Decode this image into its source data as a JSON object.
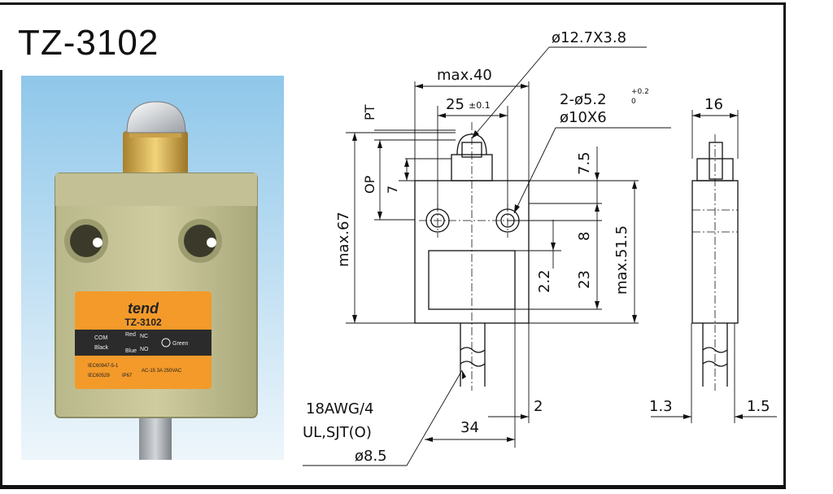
{
  "title": "TZ-3102",
  "label": {
    "brand": "tend",
    "model": "TZ-3102",
    "com": "COM",
    "black": "Black",
    "red": "Red",
    "blue": "Blue",
    "nc": "NC",
    "no": "NO",
    "green": "Green",
    "std1": "IEC60947-5-1",
    "std2": "IEC60529",
    "rating": "AC-15  3A 250VAC",
    "ip": "IP67"
  },
  "dimensions": {
    "roller": "ø12.7X3.8",
    "width_max": "max.40",
    "pitch": "25",
    "pitch_tol": "±0.1",
    "holes_prefix": "2-ø5.2",
    "holes_tol_upper": "+0.2",
    "holes_tol_lower": "0",
    "counterbore": "ø10X6",
    "depth": "16",
    "pt": "PT",
    "op": "OP",
    "op_value": "7",
    "top_offset": "7.5",
    "hole_spacing": "8",
    "window_height": "23",
    "window_gap": "2.2",
    "body_height_max": "max.51.5",
    "total_height_max": "max.67",
    "cable_spec_line1": "18AWG/4",
    "cable_spec_line2": "UL,SJT(O)",
    "cable_spec_line3": "ø8.5",
    "cable_offset": "34",
    "side_offset": "2",
    "side_left": "1.3",
    "side_right": "1.5"
  }
}
